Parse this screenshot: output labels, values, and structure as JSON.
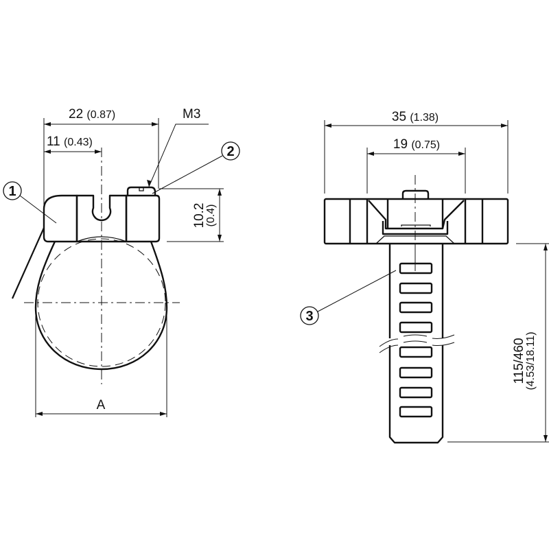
{
  "left_view": {
    "dim_width_total": {
      "value": "22",
      "inch": "(0.87)"
    },
    "dim_width_half": {
      "value": "11",
      "inch": "(0.43)"
    },
    "dim_height": {
      "value": "10.2",
      "inch": "(0.4)"
    },
    "thread_label": "M3",
    "dim_diameter": "A",
    "callouts": [
      "1",
      "2"
    ]
  },
  "right_view": {
    "dim_head_width": {
      "value": "35",
      "inch": "(1.38)"
    },
    "dim_inner_width": {
      "value": "19",
      "inch": "(0.75)"
    },
    "dim_length": {
      "value": "115/460",
      "inch": "(4.53/18.11)"
    },
    "callouts": [
      "3"
    ]
  }
}
